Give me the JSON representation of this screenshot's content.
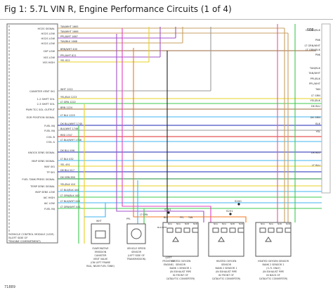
{
  "window": {
    "title": "Fig 1: 5.7L VIN R, Engine Performance Circuits (1 of 4)"
  },
  "ecm": {
    "pin_labels": [
      "HO2S SIGNAL",
      "HO2S LOW",
      "HO2S LOW",
      "HO2S LOW",
      "CKP LOW",
      "VSS LOW",
      "VSS HIGH",
      "CANISTER VENT SIG",
      "1-2 SHIFT SOL",
      "2-3 SHIFT SOL",
      "PWM TCC SOL OUTPUT",
      "EGR POSITION SIGNAL",
      "FUEL INJ",
      "FUEL INJ",
      "COIL B",
      "COIL A",
      "KNOCK SENS SIGNAL",
      "MAP SENS SIGNAL",
      "MAF SIG",
      "TP SIG",
      "FUEL TANK PRESS SIGNAL",
      "TEMP SENS SIGNAL",
      "MAP SENS LOW",
      "IAC HIGH",
      "IAC LOW",
      "FUEL INJ"
    ],
    "caption": [
      "VEHICLE CONTROL MODULE (VCM)",
      "(LEFT SIDE OF",
      "ENGINE COMPARTMENT)"
    ]
  },
  "wires_left": [
    "TAN/WHT 1665",
    "TAN/WHT 1666",
    "PPL/WHT 1667",
    "TAN/BLK 1668",
    "BRN/WHT 400",
    "PPL/WHT 821",
    "YEL 822",
    "WHT 1222",
    "YEL/BLK 1223",
    "LT GRN 1222",
    "BRN 1224",
    "LT BLU 1225",
    "DK BLU/WHT 1745",
    "BLK/WHT 1746",
    "RED 1747",
    "LT BLU/WHT 1748",
    "DK BLU 496",
    "LT BLU 432",
    "YEL 491",
    "DK BLU 417",
    "DK GRN 890",
    "YEL/BLK 410",
    "LT BLU/BLK 444",
    "LT GRN/BLK 442",
    "LT BLU/WHT 443",
    "LT GRN/WHT 441"
  ],
  "wires_right": [
    "LT GRN/BLK",
    "PNK",
    "LT GRN/WHT",
    "LT GRN/BLK",
    "PNK",
    "TAN/BLK",
    "TAN/WHT",
    "PPL/BLK",
    "PPL/WHT",
    "TAN",
    "LT GRN",
    "YEL/BLK",
    "DK BLU",
    "DK GRN",
    "BLK",
    "YEL",
    "DK BLU",
    "LT BLU"
  ],
  "right_header": "SEE",
  "splices": [
    "S101",
    "S251",
    "S200",
    "S102"
  ],
  "components": [
    {
      "label": [
        "EVAPORATIVE",
        "EMISSION",
        "CANISTER",
        "VENT VALVE",
        "(ON LEFT FRAME",
        "RAIL, NEAR FUEL TANK)"
      ]
    },
    {
      "label": [
        "VEHICLE SPEED",
        "SENSOR",
        "(LEFT SIDE OF",
        "TRANSMISSION)"
      ]
    },
    {
      "label": [
        "G110",
        "(LEFT",
        "FRONT OF",
        "ENGINE)"
      ]
    },
    {
      "label": [
        "HEATED OXYGEN",
        "SENSOR",
        "BANK 1 SENSOR 1",
        "(IN EXHAUST PIPE",
        "IN FRONT OF",
        "CATALYTIC CONVERTER)"
      ]
    },
    {
      "label": [
        "HEATED OXYGEN",
        "SENSOR",
        "BANK 2 SENSOR 1",
        "(IN EXHAUST PIPE",
        "IN FRONT OF",
        "CATALYTIC CONVERTER)"
      ]
    },
    {
      "label": [
        "HEATED OXYGEN SENSOR",
        "BANK 2 SENSOR 2",
        "(3.7L ONLY)",
        "(IN EXHAUST PIPE",
        "IN BACK OF",
        "CATALYTIC CONVERTER)"
      ]
    }
  ],
  "connector_pins": {
    "nca": "NCA",
    "ncb": "NCB",
    "blk": "BLK",
    "ppl": "PPL",
    "wht": "WHT",
    "tan": "TAN",
    "lt_grn": "LT GRN",
    "blk_wht": "BLK/WHT"
  },
  "watermark": "71889"
}
